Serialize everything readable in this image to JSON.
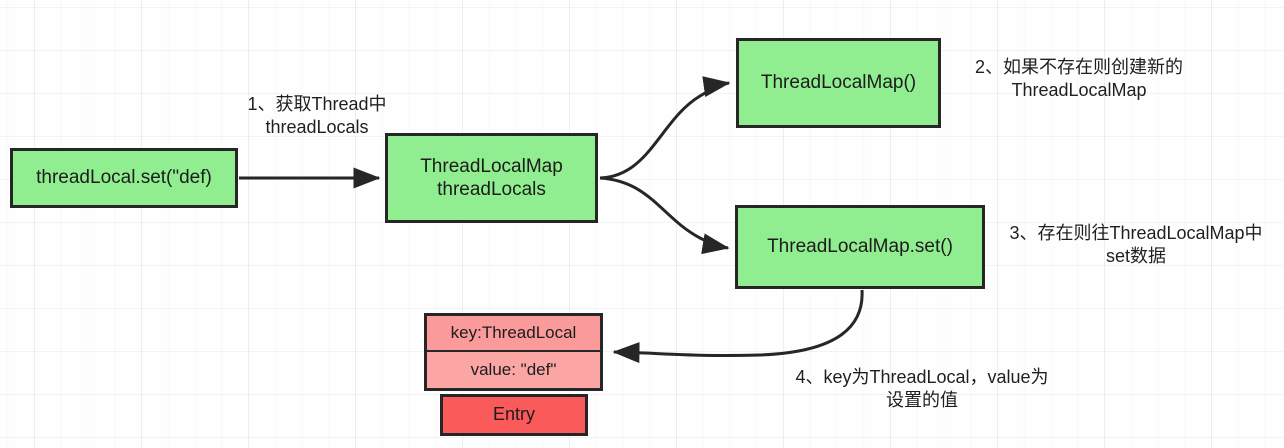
{
  "diagram": {
    "title_semantic": "threadlocal-set-flow",
    "colors": {
      "node_green": "#90ee90",
      "node_pink": "#fb9a9a",
      "node_pink_light": "#fca5a5",
      "node_red": "#fb5a5a",
      "border": "#262626",
      "text": "#1c1c1c",
      "background": "#fefefe",
      "grid_line": "rgba(0,0,0,0.045)"
    },
    "nodes": {
      "threadlocal_set": "threadLocal.set(\"def)",
      "threadlocalmap_threadlocals": "ThreadLocalMap\nthreadLocals",
      "threadlocalmap_ctor": "ThreadLocalMap()",
      "threadlocalmap_set": "ThreadLocalMap.set()"
    },
    "entry_table": {
      "key_row": "key:ThreadLocal",
      "value_row": "value: \"def\"",
      "label_row": "Entry"
    },
    "annotations": {
      "step_1": "1、获取Thread中\nthreadLocals",
      "step_2": "2、如果不存在则创建新的\nThreadLocalMap",
      "step_3": "3、存在则往ThreadLocalMap中\nset数据",
      "step_4": "4、key为ThreadLocal，value为\n设置的值"
    }
  }
}
